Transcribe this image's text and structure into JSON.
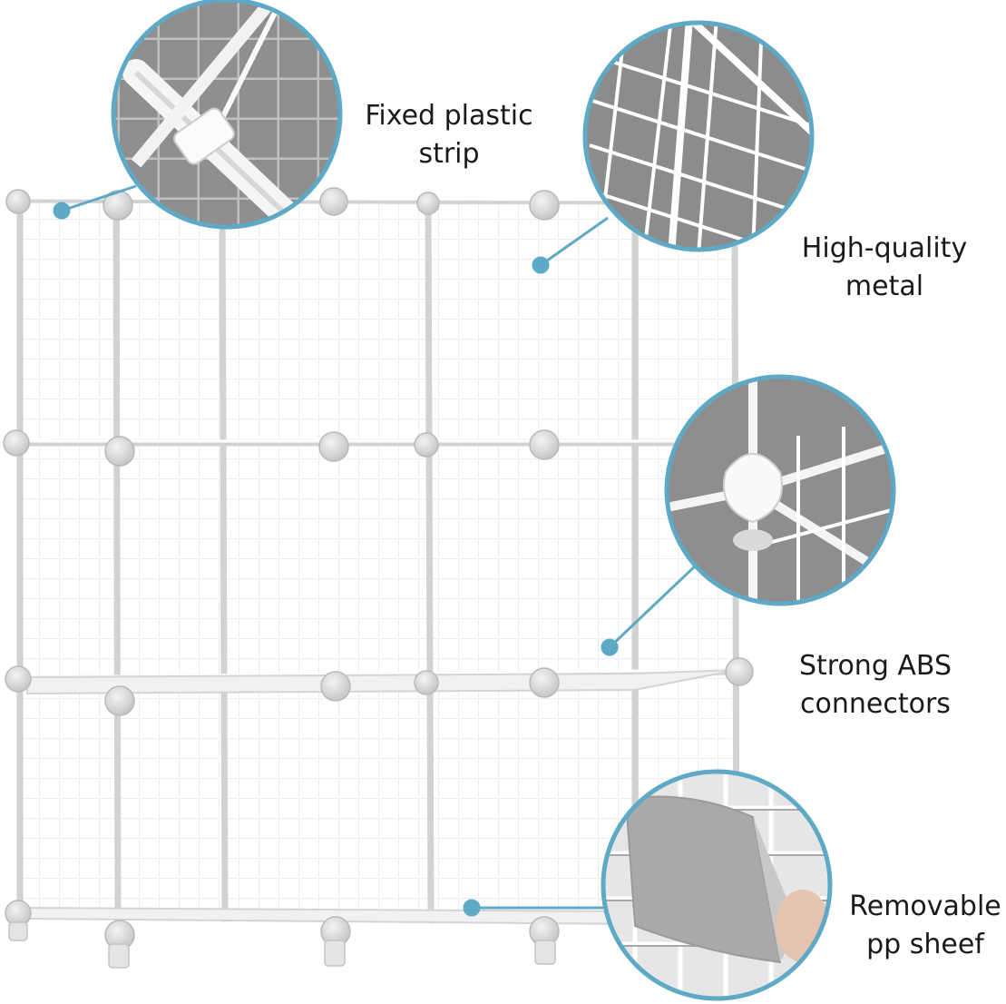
{
  "callouts": [
    {
      "line1": "Fixed plastic",
      "line2": "strip",
      "icon": "cable-tie-zoom"
    },
    {
      "line1": "High-quality",
      "line2": "metal",
      "icon": "wire-grid-zoom"
    },
    {
      "line1": "Strong ABS",
      "line2": "connectors",
      "icon": "connector-zoom"
    },
    {
      "line1": "Removable",
      "line2": "pp sheef",
      "icon": "pp-sheet-zoom"
    }
  ],
  "colors": {
    "background": "#ffffff",
    "wire": "#ffffff",
    "wire_shadow": "#c9c9c9",
    "connector": "#d9d9d9",
    "callout_ring": "#5ea9c5",
    "callout_fill": "#8a8a8a",
    "label_text": "#1a1a1a"
  }
}
